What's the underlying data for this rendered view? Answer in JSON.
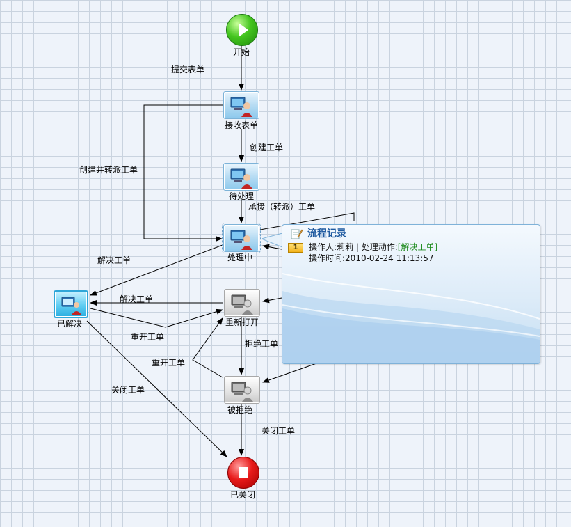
{
  "nodes": {
    "start": {
      "label": "开始",
      "icon": "play-icon"
    },
    "receive": {
      "label": "接收表单",
      "icon": "user-computer-icon"
    },
    "pending": {
      "label": "待处理",
      "icon": "user-computer-icon"
    },
    "processing": {
      "label": "处理中",
      "icon": "user-computer-icon"
    },
    "resolved": {
      "label": "已解决",
      "icon": "user-computer-icon"
    },
    "reopened": {
      "label": "重新打开",
      "icon": "user-computer-icon"
    },
    "rejected": {
      "label": "被拒绝",
      "icon": "user-computer-icon"
    },
    "closed": {
      "label": "已关闭",
      "icon": "stop-icon"
    }
  },
  "edges": {
    "submit_form": "提交表单",
    "create_ticket": "创建工单",
    "create_and_assign": "创建并转派工单",
    "accept_assign": "承接（转派）工单",
    "resolve_ticket_1": "解决工单",
    "resolve_ticket_2": "解决工单",
    "reopen_ticket_1": "重开工单",
    "reopen_ticket_2": "重开工单",
    "reject_ticket": "拒绝工单",
    "close_ticket_1": "关闭工单",
    "close_ticket_2": "关闭工单"
  },
  "popup": {
    "title": "流程记录",
    "index": "1",
    "operator_label": "操作人:",
    "operator": "莉莉",
    "separator": " | ",
    "action_label": "处理动作:",
    "action": "[解决工单]",
    "time_label": "操作时间:",
    "time": "2010-02-24 11:13:57"
  },
  "colors": {
    "start": "#44c51f",
    "end": "#e81a1a",
    "popup_title": "#1f5aa0",
    "action_text": "#1d8a1d"
  }
}
